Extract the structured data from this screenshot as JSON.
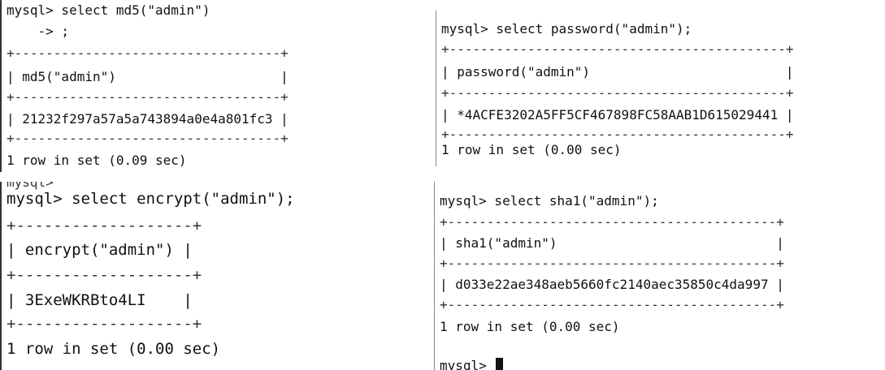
{
  "panels": {
    "md5": {
      "prompt_line": "mysql> select md5(\"admin\")",
      "continuation": "    -> ;",
      "border": "+----------------------------------+",
      "header_row": "| md5(\"admin\")                     |",
      "value_row": "| 21232f297a57a5a743894a0e4a801fc3 |",
      "result": "1 row in set (0.09 sec)"
    },
    "password": {
      "prompt_line": "mysql> select password(\"admin\");",
      "border": "+-------------------------------------------+",
      "header_row": "| password(\"admin\")                         |",
      "value_row": "| *4ACFE3202A5FF5CF467898FC58AAB1D615029441 |",
      "result": "1 row in set (0.00 sec)"
    },
    "encrypt": {
      "clipped_top": "mysql>",
      "prompt_line": "mysql> select encrypt(\"admin\");",
      "border": "+-------------------+",
      "header_row": "| encrypt(\"admin\") |",
      "value_row": "| 3ExeWKRBto4LI    |",
      "result": "1 row in set (0.00 sec)"
    },
    "sha1": {
      "prompt_line": "mysql> select sha1(\"admin\");",
      "border": "+------------------------------------------+",
      "header_row": "| sha1(\"admin\")                            |",
      "value_row": "| d033e22ae348aeb5660fc2140aec35850c4da997 |",
      "result": "1 row in set (0.00 sec)",
      "next_prompt": "mysql>"
    }
  },
  "icons": {
    "cursor": "terminal-block-cursor"
  }
}
